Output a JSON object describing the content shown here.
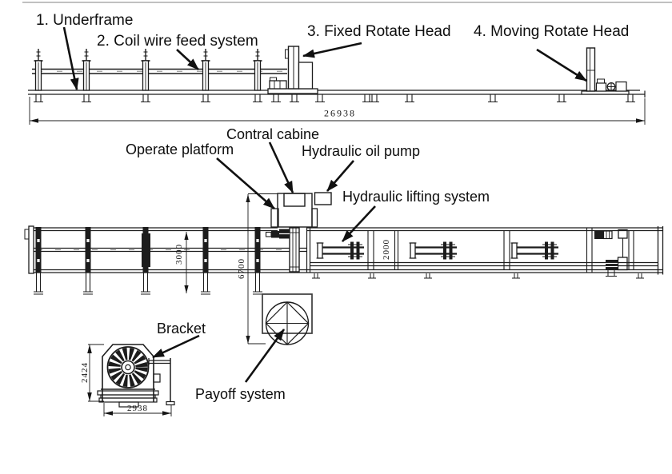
{
  "diagram": {
    "labels": {
      "underframe": "1. Underframe",
      "coil_wire_feed": "2. Coil wire feed system",
      "fixed_rotate_head": "3. Fixed Rotate Head",
      "moving_rotate_head": "4. Moving Rotate Head",
      "contral_cabine": "Contral cabine",
      "operate_platform": "Operate platform",
      "hydraulic_oil_pump": "Hydraulic oil pump",
      "hydraulic_lifting_system": "Hydraulic lifting system",
      "bracket": "Bracket",
      "payoff_system": "Payoff system"
    },
    "dimensions": {
      "overall_length": "26938",
      "frame_width": "3000",
      "payoff_offset": "6700",
      "lifting_bay": "2000",
      "payoff_height": "2424",
      "payoff_length": "2938"
    },
    "colors": {
      "line": "#1c1c1c",
      "background": "#ffffff",
      "gray_line": "#9a9a9a"
    }
  }
}
